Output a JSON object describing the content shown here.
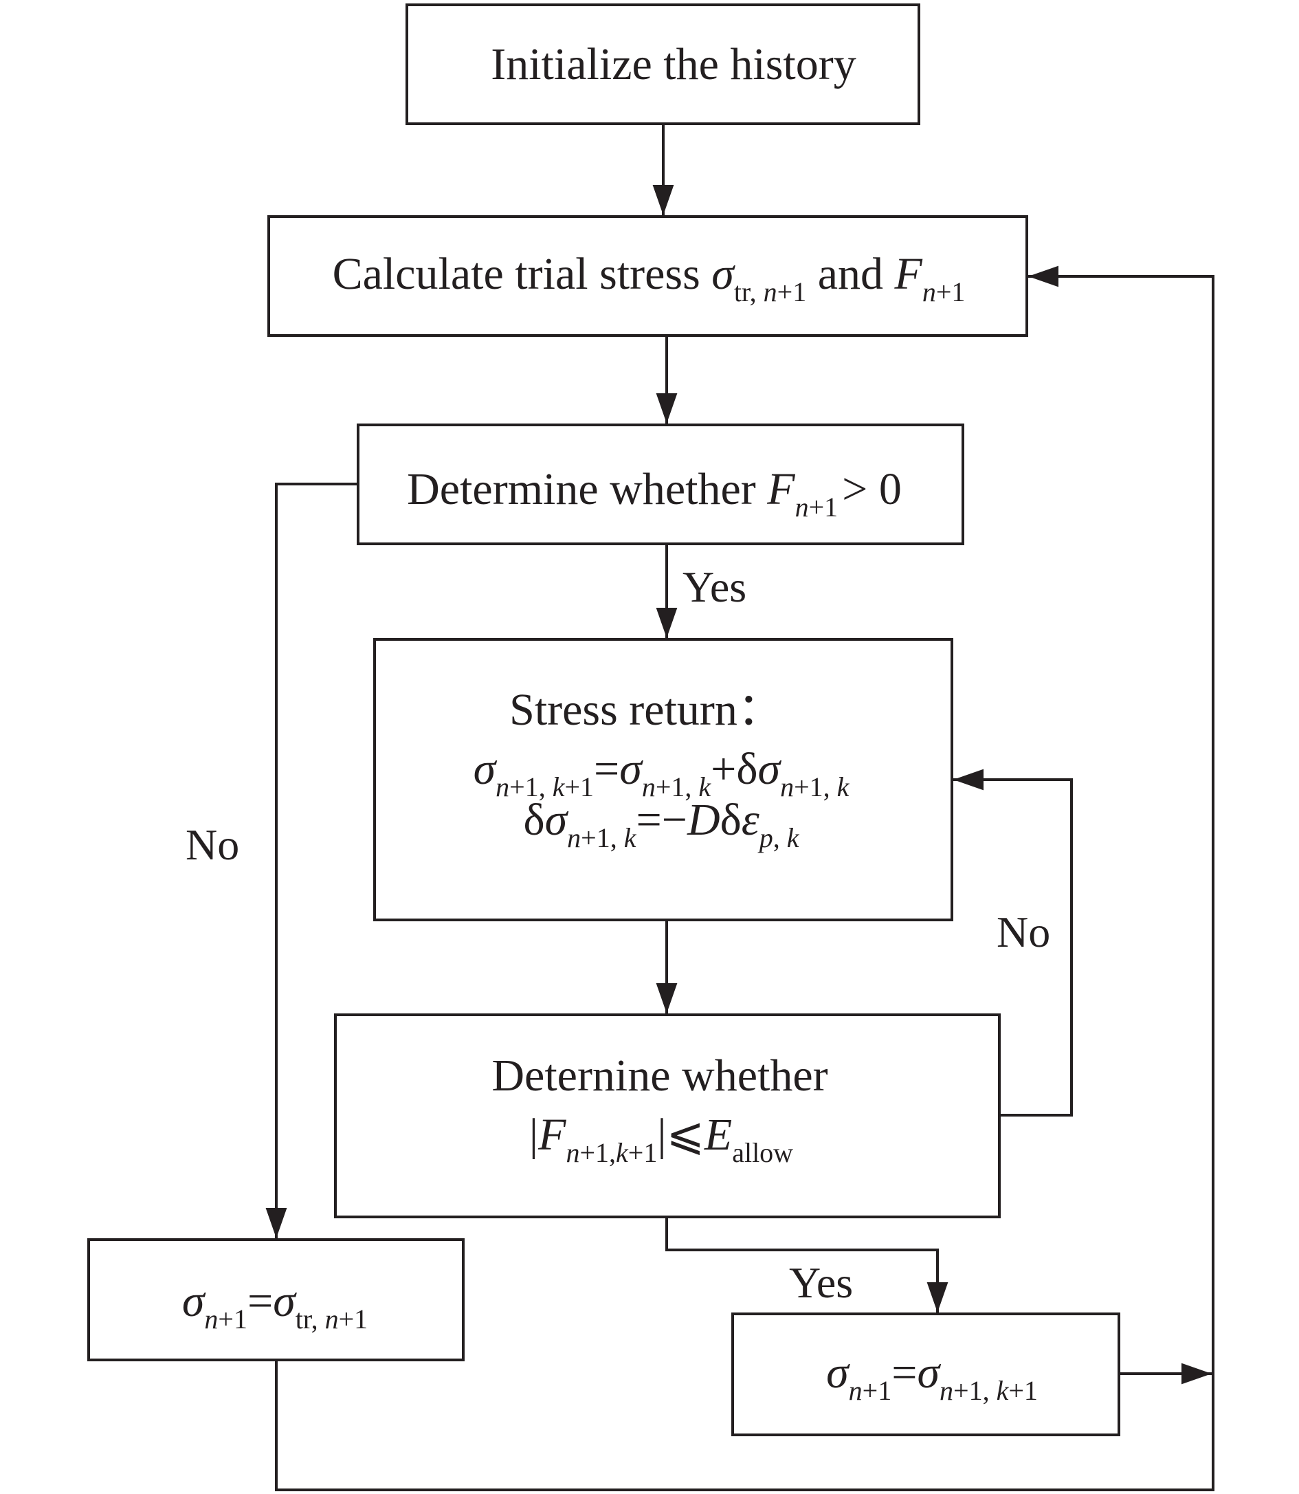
{
  "colors": {
    "stroke": "#231f20",
    "background": "#ffffff"
  },
  "nodes": {
    "init": {
      "text": "Initialize the history"
    },
    "trial": {
      "prefix": "Calculate trial stress ",
      "sigma": "σ",
      "sigma_sub": "tr, ",
      "sigma_sub_n": "n",
      "sigma_sub_end": "+1",
      "middle": " and ",
      "F": "F",
      "F_sub_n": "n",
      "F_sub_end": "+1"
    },
    "check_f": {
      "prefix": "Determine whether ",
      "F": "F",
      "F_sub_n": "n",
      "F_sub_end": "+1",
      "op": "> 0"
    },
    "stress_return": {
      "title": "Stress return：",
      "eq1": {
        "sigma": "σ",
        "sub1_n": "n",
        "sub1_a": "+1, ",
        "sub1_k": "k",
        "sub1_b": "+1",
        "eq": "=",
        "sigma2": "σ",
        "sub2_n": "n",
        "sub2_a": "+1, ",
        "sub2_k": "k",
        "plus": "+δ",
        "sigma3": "σ",
        "sub3_n": "n",
        "sub3_a": "+1, ",
        "sub3_k": "k"
      },
      "eq2": {
        "delta": "δ",
        "sigma": "σ",
        "sub_n": "n",
        "sub_a": "+1, ",
        "sub_k": "k",
        "eq": "=−",
        "D": "D",
        "delta2": "δ",
        "eps": "ε",
        "eps_sub_p": "p",
        "eps_sub_a": ", ",
        "eps_sub_k": "k"
      }
    },
    "check_tol": {
      "line1": "Deternine whether",
      "bar1": "|",
      "F": "F",
      "sub_n": "n",
      "sub_a": "+1,",
      "sub_k": "k",
      "sub_b": "+1",
      "bar2": "|",
      "op": "⩽",
      "E": "E",
      "E_sub": "allow"
    },
    "elastic": {
      "sigma": "σ",
      "sub_n": "n",
      "sub_a": "+1",
      "eq": "=",
      "sigma2": "σ",
      "sub2_tr": "tr, ",
      "sub2_n": "n",
      "sub2_a": "+1"
    },
    "plastic": {
      "sigma": "σ",
      "sub_n": "n",
      "sub_a": "+1",
      "eq": "=",
      "sigma2": "σ",
      "sub2_n": "n",
      "sub2_a": "+1, ",
      "sub2_k": "k",
      "sub2_b": "+1"
    }
  },
  "labels": {
    "yes_1": "Yes",
    "no_1": "No",
    "no_2": "No",
    "yes_2": "Yes"
  }
}
